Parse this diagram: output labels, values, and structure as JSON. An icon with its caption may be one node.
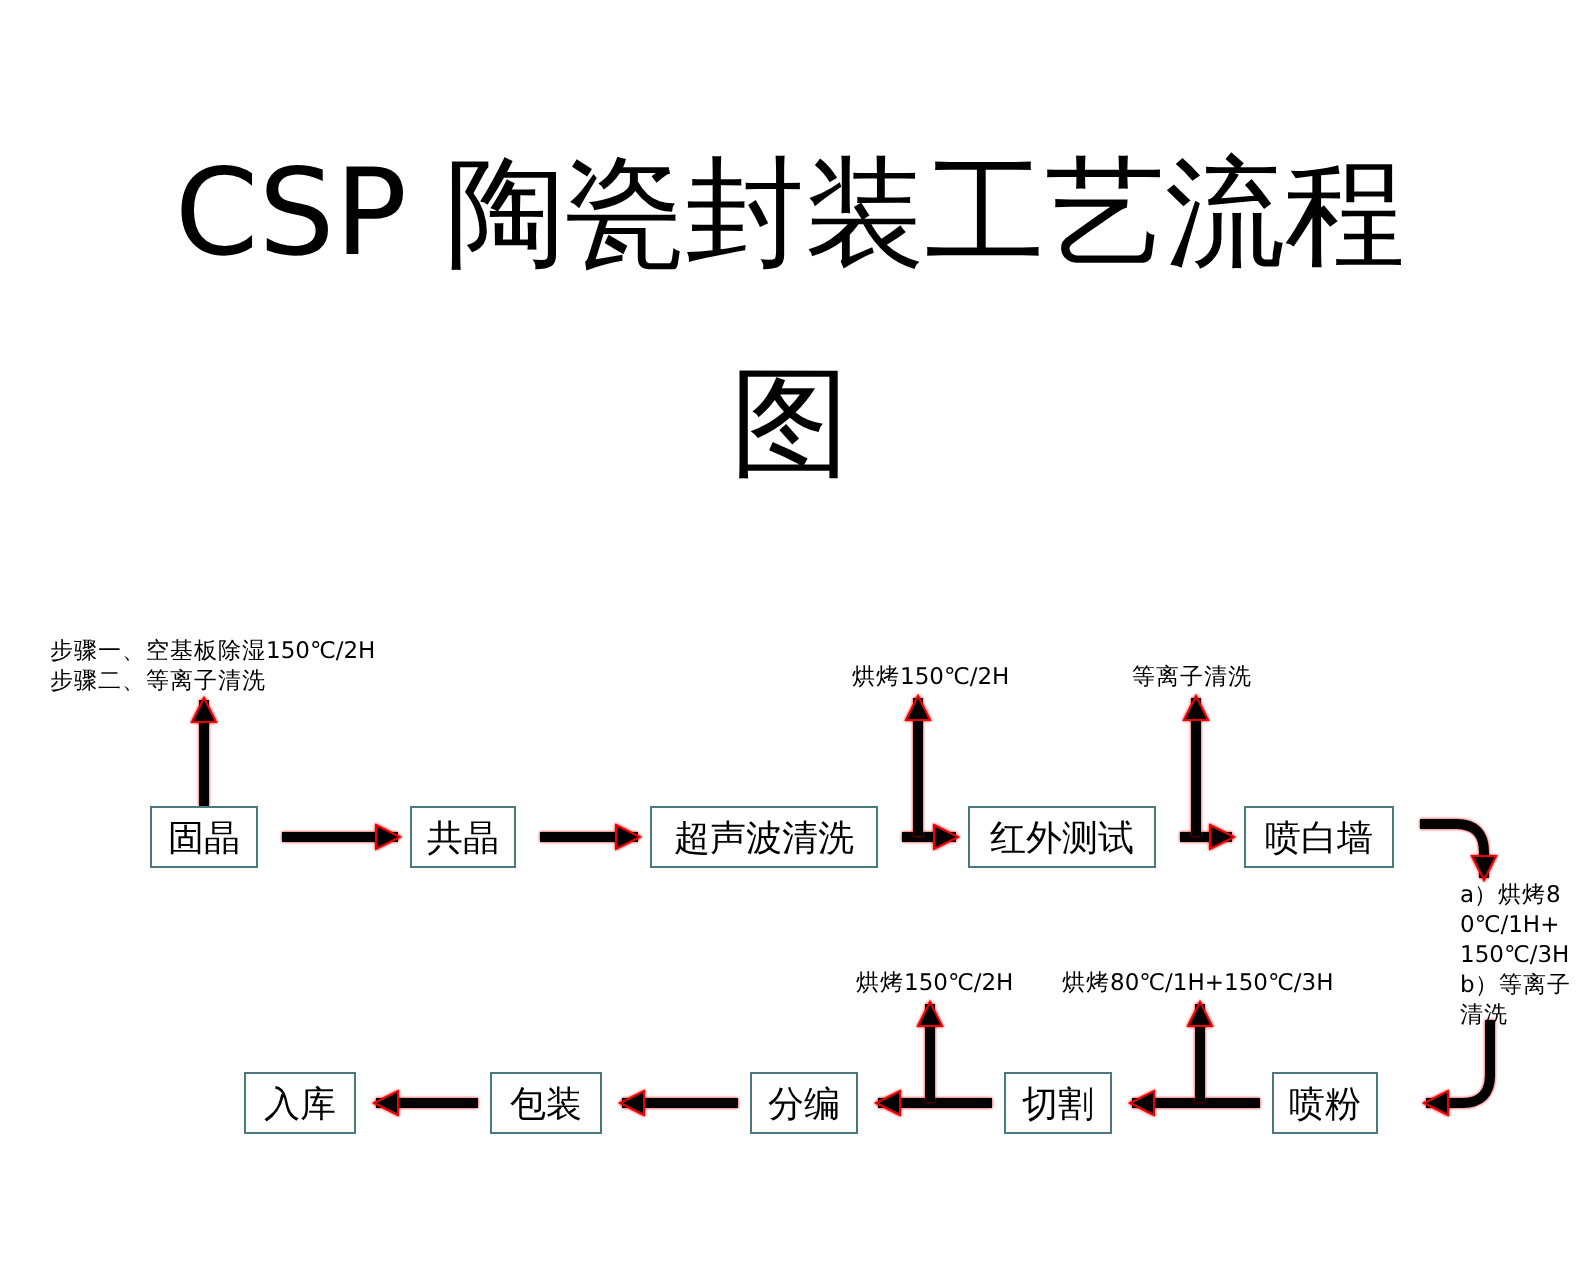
{
  "diagram": {
    "title": "CSP 陶瓷封装工艺流程图",
    "nodes": [
      {
        "text": [
          "固晶"
        ]
      },
      {
        "text": [
          "共晶"
        ]
      },
      {
        "text": [
          "超声波清洗"
        ]
      },
      {
        "text": [
          "红外测试"
        ]
      },
      {
        "text": [
          "喷白墙"
        ]
      },
      {
        "text": [
          "喷粉"
        ]
      },
      {
        "text": [
          "切割"
        ]
      },
      {
        "text": [
          "分编"
        ]
      },
      {
        "text": [
          "包装"
        ]
      },
      {
        "text": [
          "入库"
        ]
      },
      {
        "text": [
          "步骤一、空基板除湿150℃/2H",
          "步骤二、等离子清洗"
        ]
      },
      {
        "text": [
          "烘烤150℃/2H"
        ]
      },
      {
        "text": [
          "等离子清洗"
        ]
      },
      {
        "text": [
          "a）烘烤80℃/1H+150℃/3H b）等离子清洗"
        ]
      },
      {
        "text": [
          "烘烤150℃/2H"
        ]
      },
      {
        "text": [
          "烘烤80℃/1H+150℃/3H"
        ]
      }
    ],
    "edges": [
      {
        "from": 0,
        "to": 10,
        "arrow": "to"
      },
      {
        "from": 0,
        "to": 1,
        "arrow": "to"
      },
      {
        "from": 1,
        "to": 2,
        "arrow": "to"
      },
      {
        "from": 2,
        "to": 3,
        "arrow": "to"
      },
      {
        "from": null,
        "to": 11,
        "arrow": "to"
      },
      {
        "from": 3,
        "to": 4,
        "arrow": "to"
      },
      {
        "from": null,
        "to": 12,
        "arrow": "to"
      },
      {
        "from": 4,
        "to": 13,
        "arrow": "to"
      },
      {
        "from": 13,
        "to": 5,
        "arrow": "to"
      },
      {
        "from": 5,
        "to": 6,
        "arrow": "to"
      },
      {
        "from": null,
        "to": 15,
        "arrow": "to"
      },
      {
        "from": 6,
        "to": 7,
        "arrow": "to"
      },
      {
        "from": null,
        "to": 14,
        "arrow": "to"
      },
      {
        "from": 7,
        "to": 8,
        "arrow": "to"
      },
      {
        "from": 8,
        "to": 9,
        "arrow": "to"
      }
    ]
  }
}
